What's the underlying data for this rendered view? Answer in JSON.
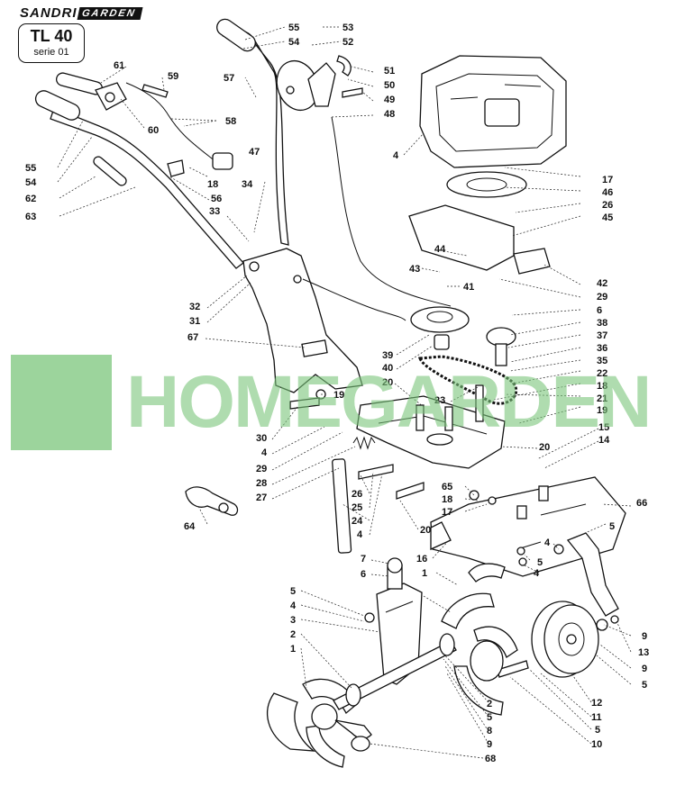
{
  "brand": {
    "name_part1": "SANDRI",
    "name_part2": "GARDEN"
  },
  "model": {
    "name": "TL 40",
    "series": "serie 01"
  },
  "watermark": {
    "text": "HOMEGARDEN",
    "color": "#7bc67b"
  },
  "labels": {
    "l55a": "55",
    "l54a": "54",
    "l53": "53",
    "l52": "52",
    "l57": "57",
    "l61": "61",
    "l59": "59",
    "l51": "51",
    "l50": "50",
    "l49": "49",
    "l48": "48",
    "l58": "58",
    "l60": "60",
    "l4a": "4",
    "l47": "47",
    "l17a": "17",
    "l46": "46",
    "l26a": "26",
    "l45": "45",
    "l55b": "55",
    "l54b": "54",
    "l18a": "18",
    "l34": "34",
    "l62": "62",
    "l56": "56",
    "l63": "63",
    "l33": "33",
    "l44": "44",
    "l43": "43",
    "l41": "41",
    "l42": "42",
    "l29a": "29",
    "l32": "32",
    "l31": "31",
    "l6a": "6",
    "l38": "38",
    "l67": "67",
    "l37": "37",
    "l36": "36",
    "l39": "39",
    "l40": "40",
    "l35": "35",
    "l20a": "20",
    "l22": "22",
    "l18b": "18",
    "l23": "23",
    "l21": "21",
    "l19a": "19",
    "l19b": "19",
    "l15": "15",
    "l14": "14",
    "l30": "30",
    "l4b": "4",
    "l20b": "20",
    "l29b": "29",
    "l28": "28",
    "l27": "27",
    "l26b": "26",
    "l25": "25",
    "l24": "24",
    "l4c": "4",
    "l65": "65",
    "l18c": "18",
    "l17b": "17",
    "l66": "66",
    "l20c": "20",
    "l64": "64",
    "l16": "16",
    "l5a": "5",
    "l4d": "4",
    "l5b": "5",
    "l7": "7",
    "l6b": "6",
    "l1a": "1",
    "l4e": "4",
    "l5c": "5",
    "l4f": "4",
    "l3": "3",
    "l2a": "2",
    "l1b": "1",
    "l9a": "9",
    "l13": "13",
    "l9b": "9",
    "l5d": "5",
    "l2b": "2",
    "l5e": "5",
    "l8": "8",
    "l9c": "9",
    "l12": "12",
    "l11": "11",
    "l5f": "5",
    "l10": "10",
    "l68": "68"
  }
}
